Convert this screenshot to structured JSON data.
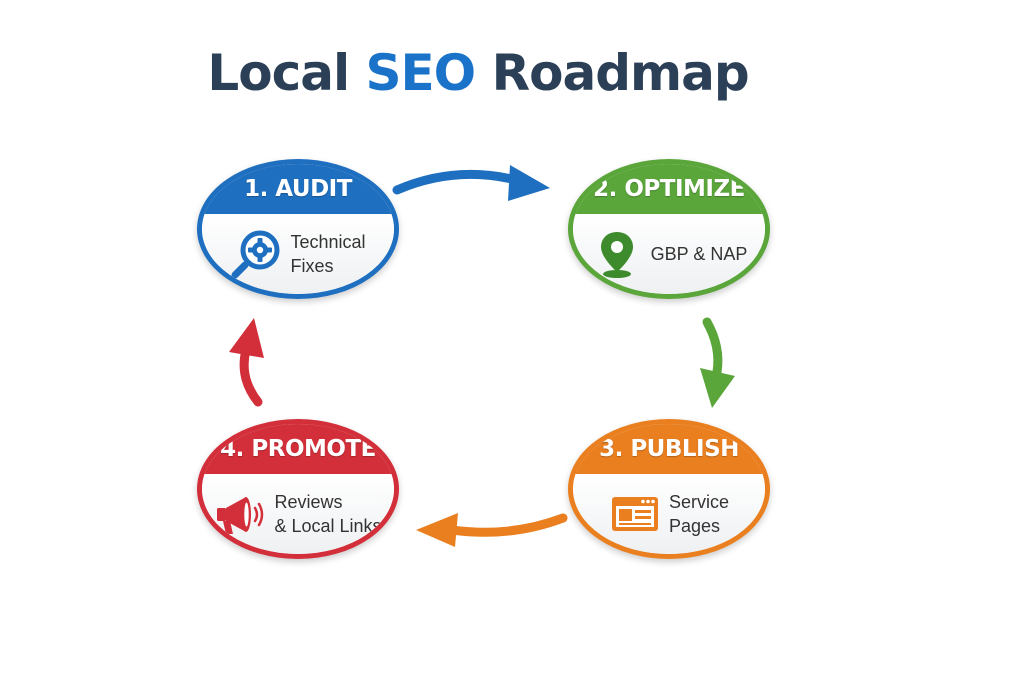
{
  "title": {
    "main": "Local",
    "accent": "SEO",
    "tail": "Roadmap"
  },
  "steps": [
    {
      "heading": "1. AUDIT",
      "label_lines": [
        "Technical",
        "Fixes"
      ],
      "icon": "magnifier-gear-icon",
      "color": "#1f6fc0"
    },
    {
      "heading": "2. OPTIMIZE",
      "label_lines": [
        "GBP & NAP"
      ],
      "icon": "map-pin-icon",
      "color": "#5aa63a"
    },
    {
      "heading": "3. PUBLISH",
      "label_lines": [
        "Service",
        "Pages"
      ],
      "icon": "web-page-icon",
      "color": "#ea7f1f"
    },
    {
      "heading": "4. PROMOTE",
      "label_lines": [
        "Reviews",
        "& Local Links"
      ],
      "icon": "megaphone-icon",
      "color": "#d32f3a"
    }
  ],
  "cycle_arrows": [
    {
      "from": "1. AUDIT",
      "to": "2. OPTIMIZE",
      "color": "#1f6fc0"
    },
    {
      "from": "2. OPTIMIZE",
      "to": "3. PUBLISH",
      "color": "#5aa63a"
    },
    {
      "from": "3. PUBLISH",
      "to": "4. PROMOTE",
      "color": "#ea7f1f"
    },
    {
      "from": "4. PROMOTE",
      "to": "1. AUDIT",
      "color": "#d32f3a"
    }
  ]
}
